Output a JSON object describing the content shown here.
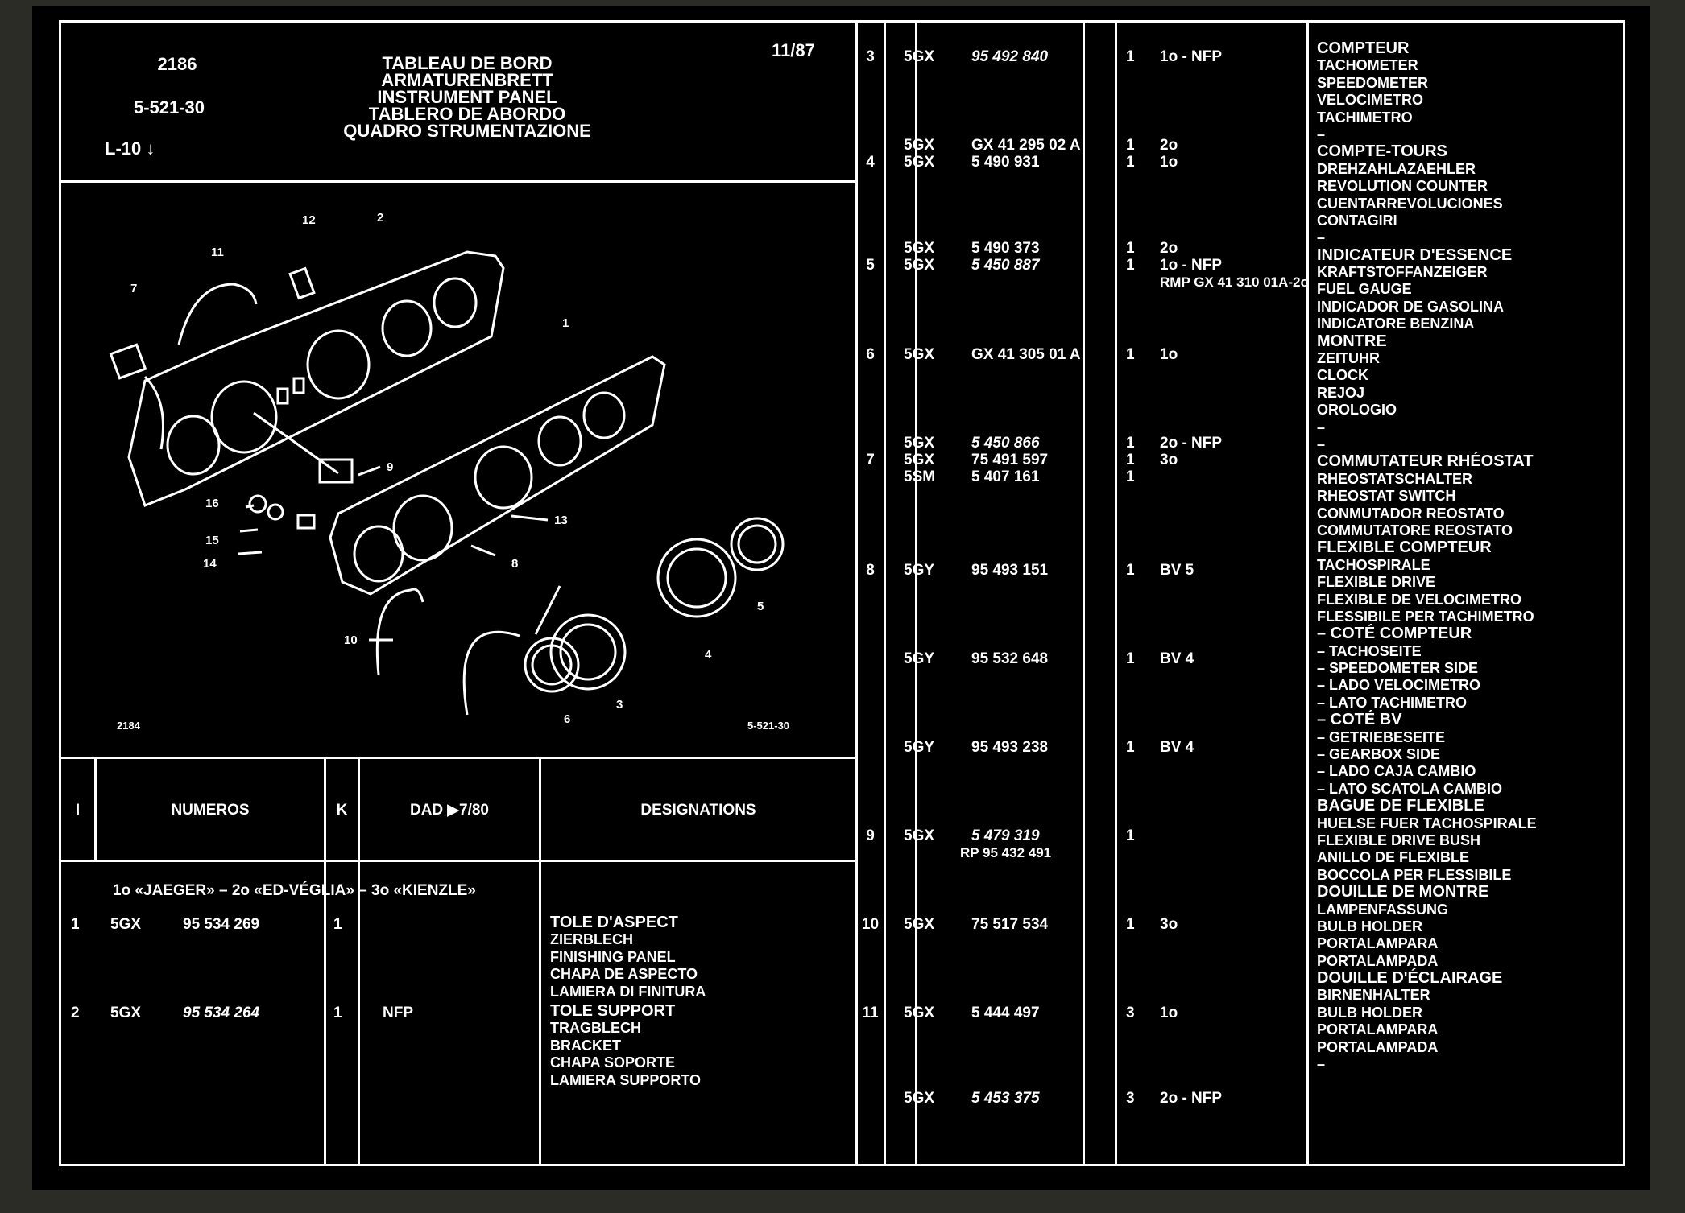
{
  "header": {
    "code": "2186",
    "ref": "5-521-30",
    "level": "L-10",
    "level_arrow": "↓",
    "date": "11/87",
    "title_lines": [
      "TABLEAU DE BORD",
      "ARMATURENBRETT",
      "INSTRUMENT PANEL",
      "TABLERO DE ABORDO",
      "QUADRO STRUMENTAZIONE"
    ]
  },
  "diagram": {
    "bottom_left": "2184",
    "bottom_right": "5-521-30",
    "callouts": [
      "1",
      "2",
      "3",
      "4",
      "5",
      "6",
      "7",
      "8",
      "9",
      "10",
      "11",
      "12",
      "13",
      "14",
      "15",
      "16"
    ]
  },
  "table_header": {
    "col_i": "I",
    "col_numeros": "NUMEROS",
    "col_k": "K",
    "col_dad": "DAD ▶7/80",
    "col_designations": "DESIGNATIONS"
  },
  "legend": "1o «JAEGER» – 2o «ED-VÉGLIA» – 3o «KIENZLE»",
  "left_rows": [
    {
      "item": "1",
      "prefix": "5GX",
      "number": "95 534 269",
      "k": "1",
      "dad": "",
      "desc": [
        "TOLE D'ASPECT",
        "ZIERBLECH",
        "FINISHING PANEL",
        "CHAPA DE ASPECTO",
        "LAMIERA DI FINITURA"
      ]
    },
    {
      "item": "2",
      "prefix": "5GX",
      "number": "95 534 264",
      "k": "1",
      "dad": "NFP",
      "desc": [
        "TOLE SUPPORT",
        "TRAGBLECH",
        "BRACKET",
        "CHAPA SOPORTE",
        "LAMIERA SUPPORTO"
      ]
    }
  ],
  "right_items": [
    {
      "item": "3",
      "lines": [
        {
          "prefix": "5GX",
          "number": "95 492 840",
          "k": "1",
          "dad": "1o - NFP"
        }
      ]
    },
    {
      "item": "4",
      "lines": [
        {
          "prefix": "5GX",
          "number": "GX 41 295 02 A",
          "k": "1",
          "dad": "2o"
        },
        {
          "prefix": "5GX",
          "number": "5 490 931",
          "k": "1",
          "dad": "1o"
        }
      ]
    },
    {
      "item": "5",
      "lines": [
        {
          "prefix": "5GX",
          "number": "5 490 373",
          "k": "1",
          "dad": "2o"
        },
        {
          "prefix": "5GX",
          "number": "5 450 887",
          "k": "1",
          "dad": "1o - NFP"
        }
      ],
      "note": "RMP GX 41 310 01A-2o"
    },
    {
      "item": "6",
      "lines": [
        {
          "prefix": "5GX",
          "number": "GX 41 305 01 A",
          "k": "1",
          "dad": "1o"
        }
      ]
    },
    {
      "item": "7",
      "lines": [
        {
          "prefix": "5GX",
          "number": "5 450 866",
          "k": "1",
          "dad": "2o - NFP"
        },
        {
          "prefix": "5GX",
          "number": "75 491 597",
          "k": "1",
          "dad": "3o"
        },
        {
          "prefix": "5SM",
          "number": "5 407 161",
          "k": "1",
          "dad": ""
        }
      ]
    },
    {
      "item": "8",
      "lines": [
        {
          "prefix": "5GY",
          "number": "95 493 151",
          "k": "1",
          "dad": "BV 5"
        }
      ]
    },
    {
      "item": "",
      "lines": [
        {
          "prefix": "5GY",
          "number": "95 532 648",
          "k": "1",
          "dad": "BV 4"
        }
      ]
    },
    {
      "item": "",
      "lines": [
        {
          "prefix": "5GY",
          "number": "95 493 238",
          "k": "1",
          "dad": "BV 4"
        }
      ]
    },
    {
      "item": "9",
      "lines": [
        {
          "prefix": "5GX",
          "number": "5 479 319",
          "k": "1",
          "dad": ""
        }
      ],
      "note": "RP 95 432 491"
    },
    {
      "item": "10",
      "lines": [
        {
          "prefix": "5GX",
          "number": "75 517 534",
          "k": "1",
          "dad": "3o"
        }
      ]
    },
    {
      "item": "11",
      "lines": [
        {
          "prefix": "5GX",
          "number": "5 444 497",
          "k": "3",
          "dad": "1o"
        }
      ]
    },
    {
      "item": "",
      "lines": [
        {
          "prefix": "5GX",
          "number": "5 453 375",
          "k": "3",
          "dad": "2o - NFP"
        }
      ]
    }
  ],
  "designations_right": [
    {
      "heading": "COMPTEUR",
      "lines": [
        "TACHOMETER",
        "SPEEDOMETER",
        "VELOCIMETRO",
        "TACHIMETRO",
        "–"
      ]
    },
    {
      "heading": "COMPTE-TOURS",
      "lines": [
        "DREHZAHLAZAEHLER",
        "REVOLUTION COUNTER",
        "CUENTARREVOLUCIONES",
        "CONTAGIRI",
        "–"
      ]
    },
    {
      "heading": "INDICATEUR D'ESSENCE",
      "lines": [
        "KRAFTSTOFFANZEIGER",
        "FUEL GAUGE",
        "INDICADOR DE GASOLINA",
        "INDICATORE BENZINA"
      ]
    },
    {
      "heading": "MONTRE",
      "lines": [
        "ZEITUHR",
        "CLOCK",
        "REJOJ",
        "OROLOGIO",
        "–",
        "–"
      ]
    },
    {
      "heading": "COMMUTATEUR RHÉOSTAT",
      "lines": [
        "RHEOSTATSCHALTER",
        "RHEOSTAT SWITCH",
        "CONMUTADOR REOSTATO",
        "COMMUTATORE REOSTATO"
      ]
    },
    {
      "heading": "FLEXIBLE COMPTEUR",
      "lines": [
        "TACHOSPIRALE",
        "FLEXIBLE DRIVE",
        "FLEXIBLE DE VELOCIMETRO",
        "FLESSIBILE PER TACHIMETRO"
      ]
    },
    {
      "heading": "– COTÉ COMPTEUR",
      "lines": [
        "– TACHOSEITE",
        "– SPEEDOMETER SIDE",
        "– LADO VELOCIMETRO",
        "– LATO TACHIMETRO"
      ]
    },
    {
      "heading": "– COTÉ BV",
      "lines": [
        "– GETRIEBESEITE",
        "– GEARBOX SIDE",
        "– LADO CAJA CAMBIO",
        "– LATO SCATOLA CAMBIO"
      ]
    },
    {
      "heading": "BAGUE DE FLEXIBLE",
      "lines": [
        "HUELSE FUER TACHOSPIRALE",
        "FLEXIBLE DRIVE BUSH",
        "ANILLO DE FLEXIBLE",
        "BOCCOLA PER FLESSIBILE"
      ]
    },
    {
      "heading": "DOUILLE DE MONTRE",
      "lines": [
        "LAMPENFASSUNG",
        "BULB HOLDER",
        "PORTALAMPARA",
        "PORTALAMPADA"
      ]
    },
    {
      "heading": "DOUILLE D'ÉCLAIRAGE",
      "lines": [
        "BIRNENHALTER",
        "BULB HOLDER",
        "PORTALAMPARA",
        "PORTALAMPADA",
        "–"
      ]
    }
  ]
}
